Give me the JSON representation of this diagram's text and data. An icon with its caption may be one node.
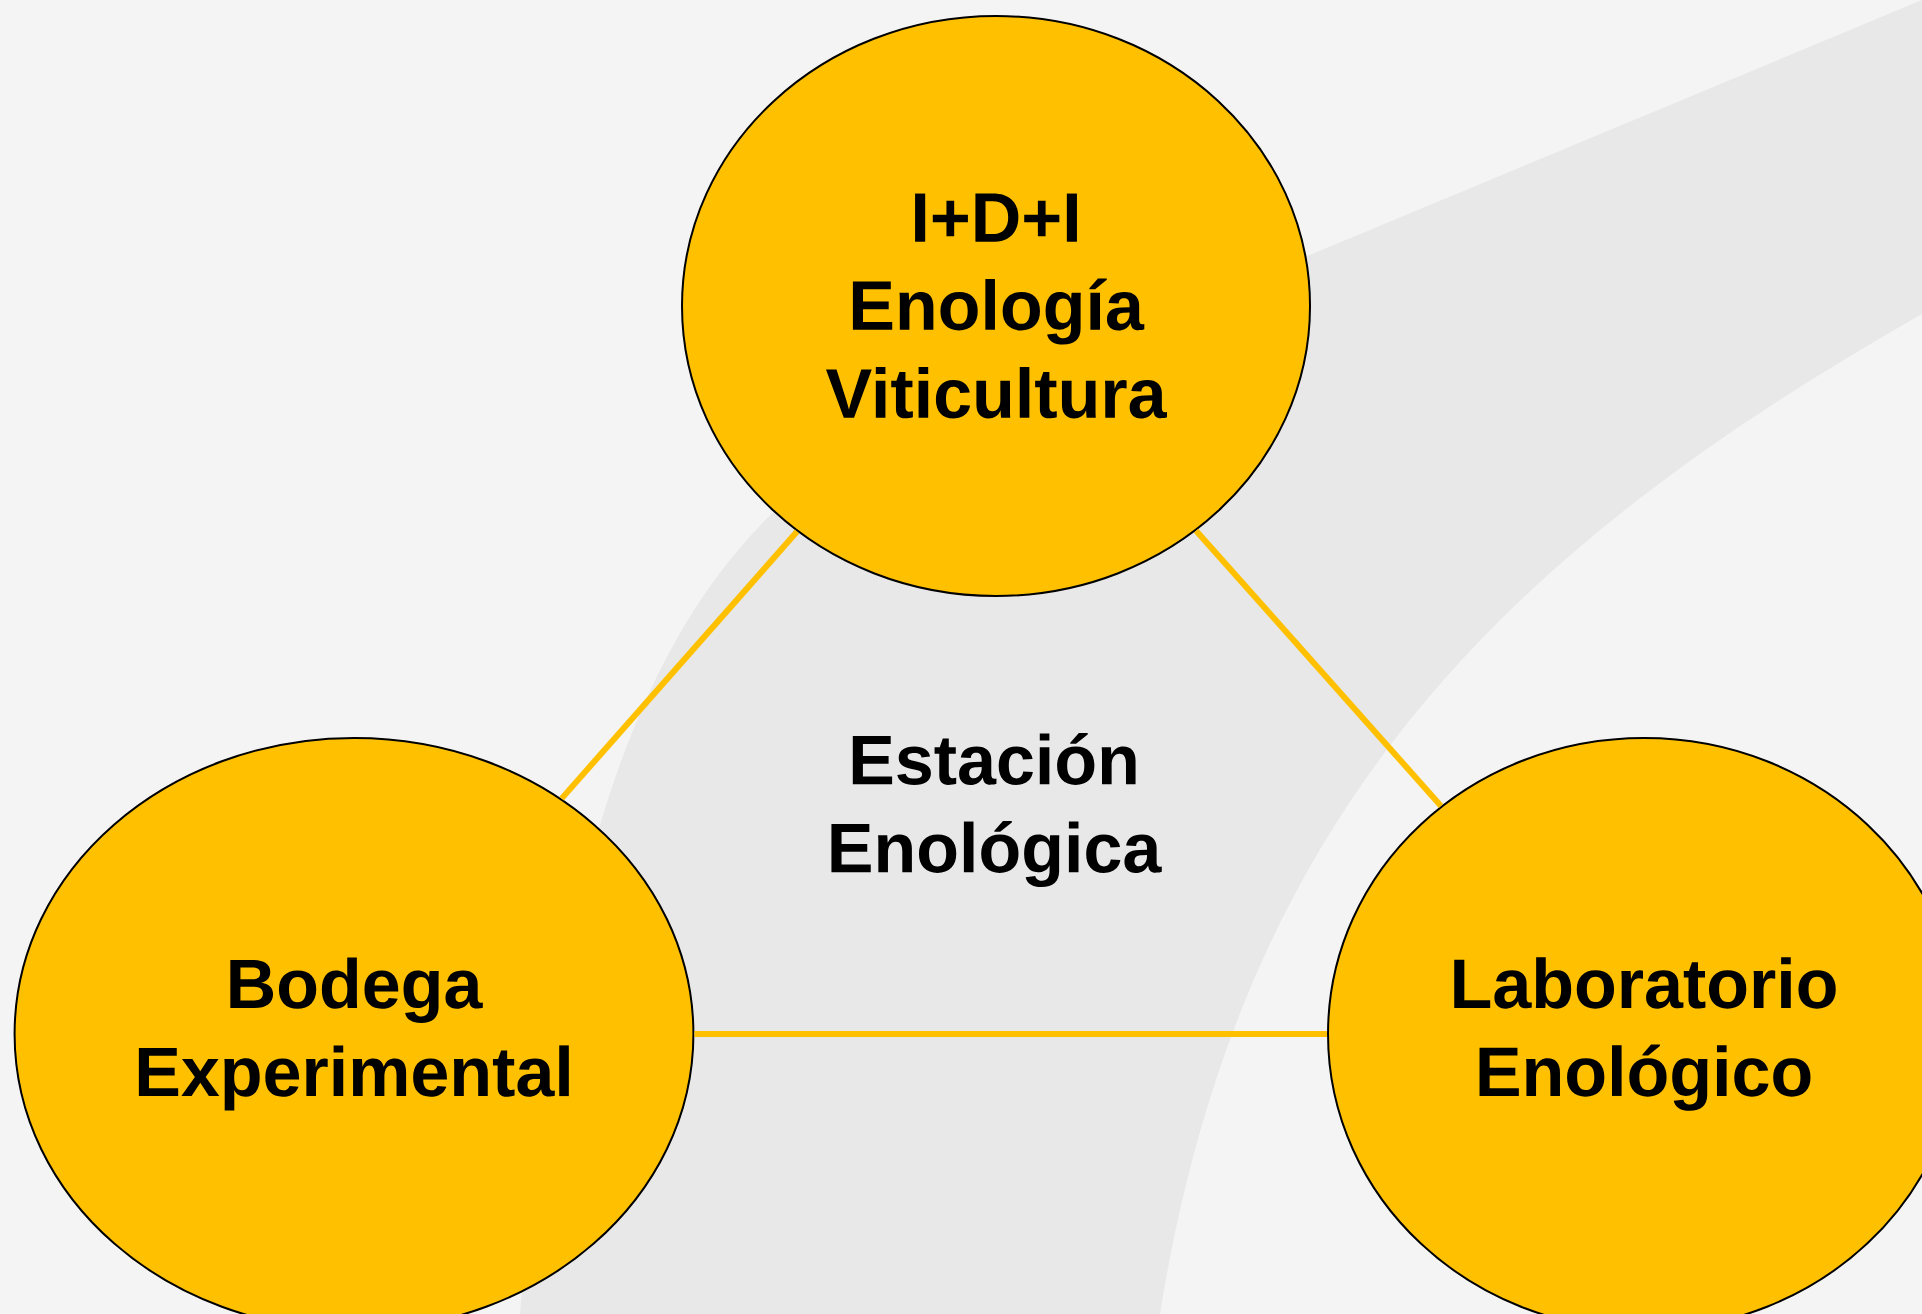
{
  "diagram": {
    "nodes": [
      {
        "text": [
          "I+D+I Enología Viticultura"
        ]
      },
      {
        "text": [
          "Bodega Experimental"
        ]
      },
      {
        "text": [
          "Laboratorio Enológico"
        ]
      }
    ],
    "edges": [
      {
        "from": 0,
        "to": 1,
        "arrow": "none"
      },
      {
        "from": 0,
        "to": 2,
        "arrow": "none"
      },
      {
        "from": 1,
        "to": 2,
        "arrow": "none"
      }
    ],
    "labels": [
      "Estación Enológica"
    ]
  }
}
